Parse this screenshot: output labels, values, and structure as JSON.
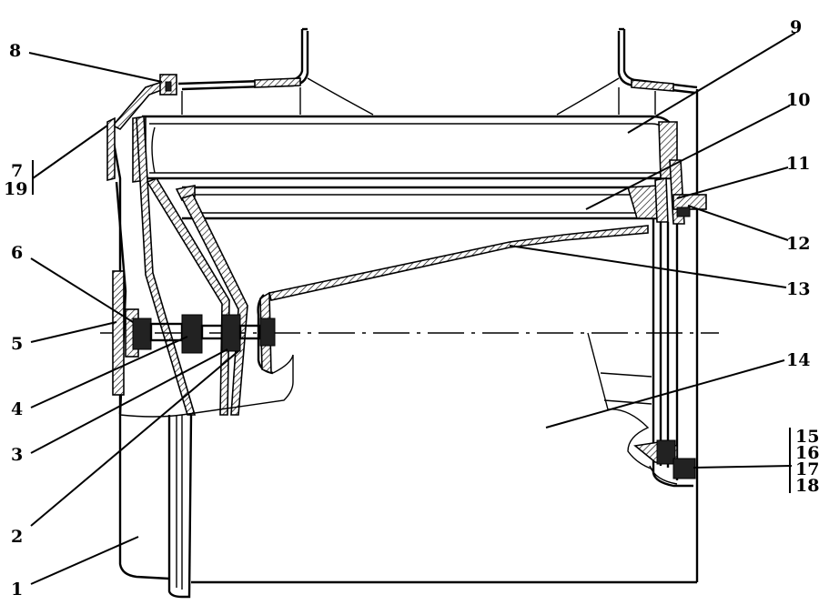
{
  "labels": {
    "l1": "1",
    "l2": "2",
    "l3": "3",
    "l4": "4",
    "l5": "5",
    "l6": "6",
    "l7": "7",
    "l8": "8",
    "l9": "9",
    "l10": "10",
    "l11": "11",
    "l12": "12",
    "l13": "13",
    "l14": "14",
    "l15": "15",
    "l16": "16",
    "l17": "17",
    "l18": "18",
    "l19": "19"
  },
  "colors": {
    "line": "#000000",
    "background": "#ffffff"
  }
}
